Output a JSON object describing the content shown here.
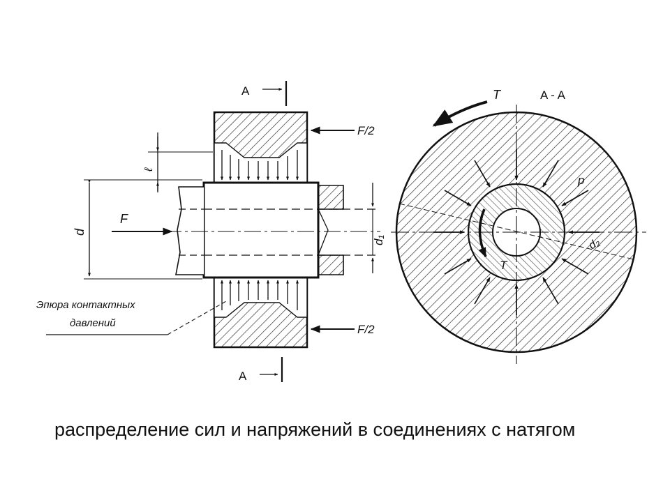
{
  "diagram": {
    "labels": {
      "section_top": "A",
      "section_bottom": "A",
      "section_view": "A - A",
      "force_top": "F/2",
      "force_bottom": "F/2",
      "force_axial": "F",
      "torque_outer": "T",
      "torque_inner": "T",
      "pressure": "p",
      "diameter": "d",
      "inner_diameter": "d₁",
      "outer_diameter": "d₂",
      "length": "ℓ",
      "epure_line1": "Эпюра контактных",
      "epure_line2": "давлений"
    }
  },
  "caption": {
    "text": "распределение сил и напряжений в соединениях с натягом"
  }
}
